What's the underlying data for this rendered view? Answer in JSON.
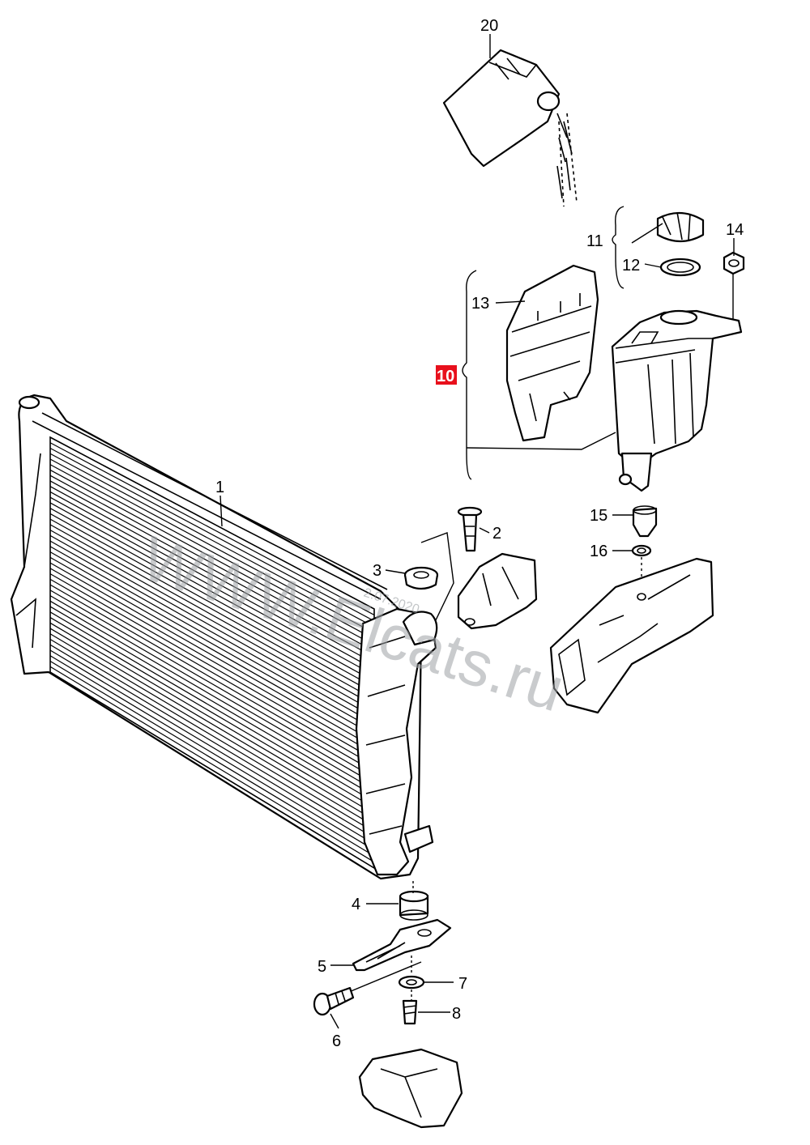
{
  "callouts": [
    {
      "id": "20",
      "label": "20"
    },
    {
      "id": "14",
      "label": "14"
    },
    {
      "id": "11",
      "label": "11"
    },
    {
      "id": "12",
      "label": "12"
    },
    {
      "id": "13",
      "label": "13"
    },
    {
      "id": "10",
      "label": "10",
      "highlight": true
    },
    {
      "id": "1",
      "label": "1"
    },
    {
      "id": "2",
      "label": "2"
    },
    {
      "id": "3",
      "label": "3"
    },
    {
      "id": "15",
      "label": "15"
    },
    {
      "id": "16",
      "label": "16"
    },
    {
      "id": "4",
      "label": "4"
    },
    {
      "id": "5",
      "label": "5"
    },
    {
      "id": "7",
      "label": "7"
    },
    {
      "id": "6",
      "label": "6"
    },
    {
      "id": "8",
      "label": "8"
    }
  ],
  "watermark": {
    "text": "WWW.Elcats.ru",
    "date": "2.07.2020"
  },
  "colors": {
    "line": "#000000",
    "highlight": "#e8101c",
    "watermark": "#9ea2a6",
    "background": "#ffffff"
  }
}
